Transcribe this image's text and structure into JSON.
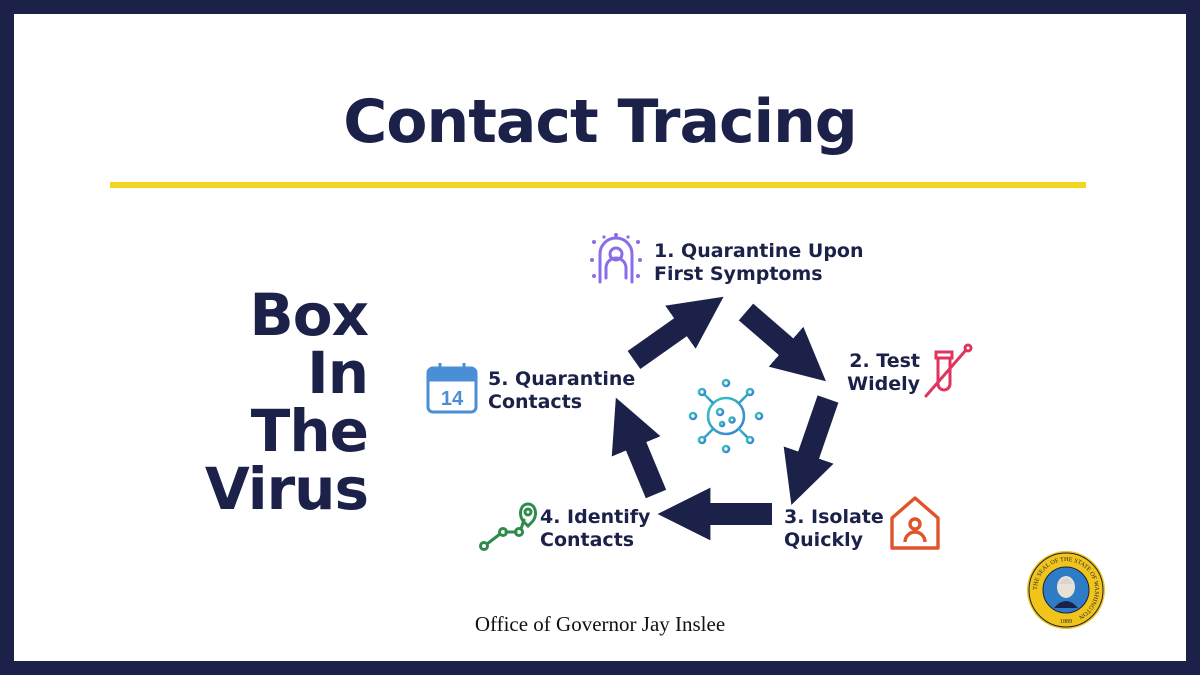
{
  "title": "Contact Tracing",
  "tagline": [
    "Box",
    "In",
    "The",
    "Virus"
  ],
  "steps": [
    {
      "line1": "1.  Quarantine Upon",
      "line2": "First Symptoms",
      "icon": "person-symptoms-icon"
    },
    {
      "line1": "2.  Test",
      "line2": "Widely",
      "icon": "test-tube-swab-icon"
    },
    {
      "line1": "3. Isolate",
      "line2": "Quickly",
      "icon": "house-person-icon"
    },
    {
      "line1": "4. Identify",
      "line2": "Contacts",
      "icon": "location-path-icon"
    },
    {
      "line1": "5. Quarantine",
      "line2": "Contacts",
      "icon": "calendar-icon"
    }
  ],
  "calendar_day": "14",
  "footer": "Office of Governor Jay Inslee",
  "seal": {
    "text": "THE SEAL OF THE STATE OF WASHINGTON",
    "year": "1889"
  },
  "colors": {
    "navy": "#1b2148",
    "accent_yellow": "#f5d41e",
    "symptoms_purple": "#8b6be8",
    "test_red": "#e0335e",
    "isolate_orange": "#e0542a",
    "identify_green": "#2e8b4a",
    "calendar_blue": "#4a8fd6",
    "virus_teal": "#2fb8c0"
  }
}
